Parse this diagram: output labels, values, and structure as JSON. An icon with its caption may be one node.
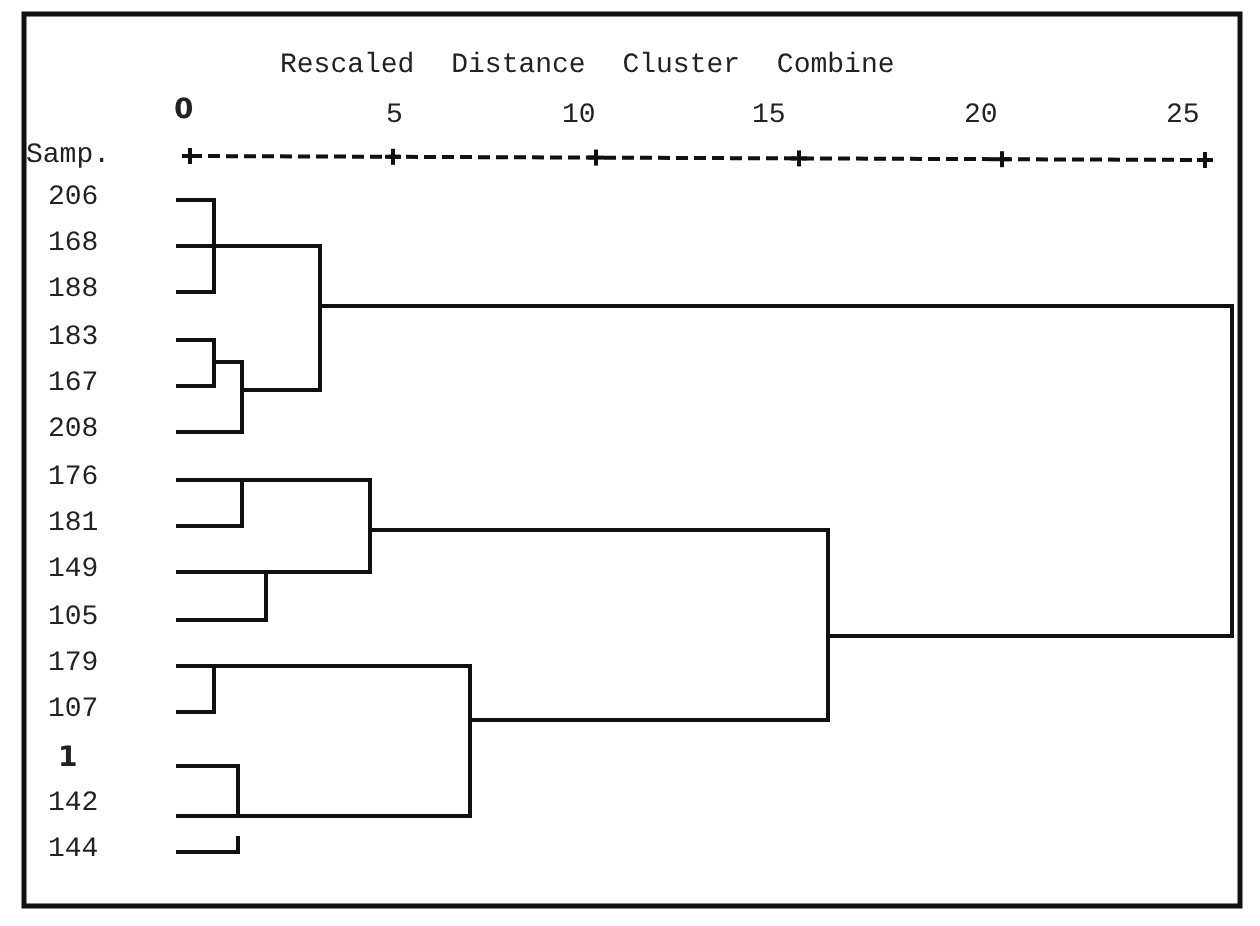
{
  "diagram": {
    "labels": [
      "Rescaled Distance Cluster Combine",
      "0",
      "5",
      "10",
      "15",
      "20",
      "25",
      "Samp.",
      "206",
      "168",
      "188",
      "183",
      "167",
      "208",
      "176",
      "181",
      "149",
      "105",
      "179",
      "107",
      "1",
      "142",
      "144"
    ]
  }
}
